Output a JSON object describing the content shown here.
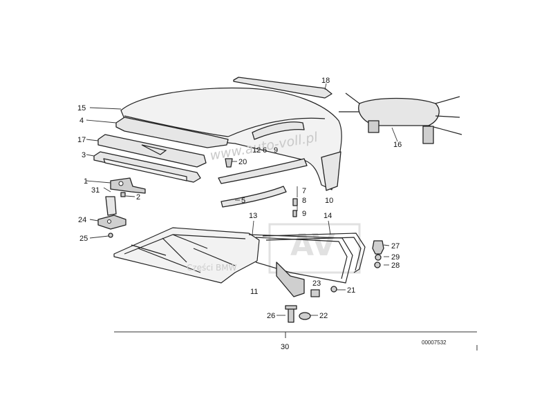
{
  "diagram": {
    "reference_number": "00007532",
    "labels": [
      "15",
      "4",
      "17",
      "3",
      "1",
      "31",
      "2",
      "24",
      "25",
      "18",
      "16",
      "12",
      "6",
      "9",
      "20",
      "7",
      "8",
      "9",
      "5",
      "10",
      "13",
      "14",
      "27",
      "29",
      "28",
      "11",
      "23",
      "21",
      "26",
      "22",
      "30"
    ]
  },
  "watermark": {
    "url": "www.auto-voll.pl",
    "logo_text": "AV",
    "caption": "Części BMW"
  },
  "colors": {
    "ink": "#222222",
    "part_fill": "#e6e6e6",
    "watermark": "#c9c9c9"
  }
}
